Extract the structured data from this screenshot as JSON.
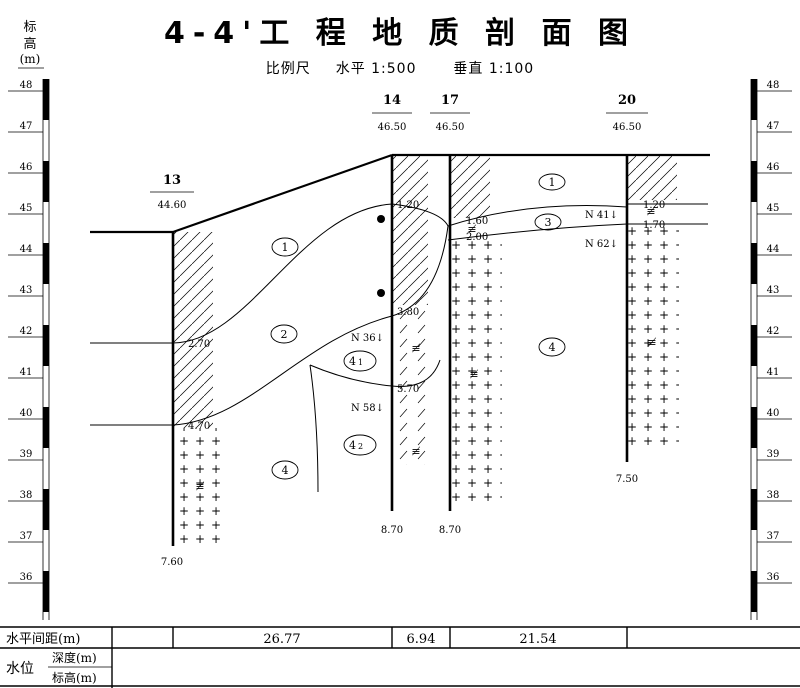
{
  "title": "4-4'工 程 地 质 剖 面 图",
  "scale": {
    "label": "比例尺",
    "horizontal": "水平 1:500",
    "vertical": "垂直 1:100"
  },
  "elevation_axis": {
    "caption_lines": [
      "标",
      "高",
      "(m)"
    ],
    "ticks": [
      "48",
      "47",
      "46",
      "45",
      "44",
      "43",
      "42",
      "41",
      "40",
      "39",
      "38",
      "37",
      "36"
    ]
  },
  "boreholes": [
    {
      "id": "13",
      "top_elev": "44.60",
      "bottom_depth": "7.60",
      "layer_depths": [
        "2.70",
        "4.70"
      ]
    },
    {
      "id": "14",
      "top_elev": "46.50",
      "bottom_depth": "8.70",
      "layer_depths": [
        "1.20",
        "3.80",
        "5.70"
      ]
    },
    {
      "id": "17",
      "top_elev": "46.50",
      "bottom_depth": "8.70",
      "layer_depths": [
        "1.60",
        "2.00"
      ]
    },
    {
      "id": "20",
      "top_elev": "46.50",
      "bottom_depth": "7.50",
      "layer_depths": [
        "1.20",
        "1.70"
      ]
    }
  ],
  "layers": [
    {
      "label": "1"
    },
    {
      "label": "2"
    },
    {
      "label": "3"
    },
    {
      "label": "4"
    },
    {
      "label": "4",
      "sub": "1"
    },
    {
      "label": "4",
      "sub": "2"
    }
  ],
  "spt": [
    "N 36↓",
    "N 58↓",
    "N 41↓",
    "N 62↓"
  ],
  "table": {
    "spacing_label": "水平间距(m)",
    "spacings": [
      "26.77",
      "6.94",
      "21.54"
    ],
    "water_label": "水位",
    "depth_label": "深度(m)",
    "elev_label": "标高(m)"
  }
}
